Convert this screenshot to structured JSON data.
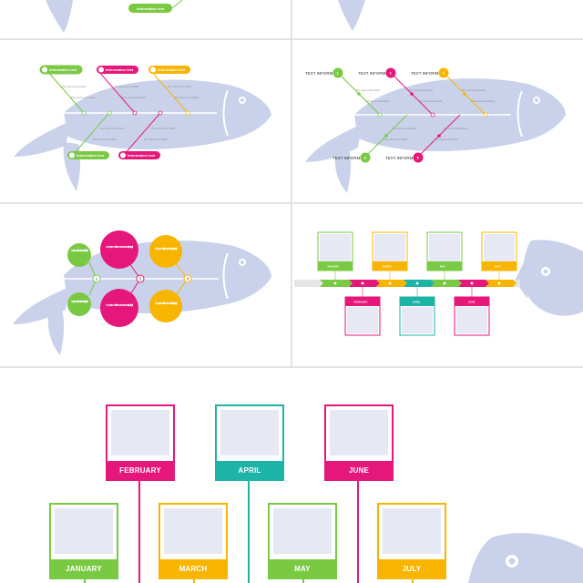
{
  "colors": {
    "green": "#7ac943",
    "magenta": "#e6177a",
    "orange": "#f7b500",
    "teal": "#1db3a6",
    "fish": "#c9d2ea",
    "placeholder": "#e6e9f4"
  },
  "slide1": {
    "pill_label": "Information text"
  },
  "slide3": {
    "top_pills": [
      "Information text",
      "Information text",
      "Information text"
    ],
    "bottom_pills": [
      "Information text",
      "Information text"
    ],
    "branch_text": "Put some text block"
  },
  "slide4": {
    "top_labels": [
      "TEXT INFORM",
      "TEXT INFORM",
      "TEXT INFORM"
    ],
    "top_numbers": [
      "1",
      "2",
      "3"
    ],
    "bottom_labels": [
      "TEXT INFORM",
      "TEXT INFORM"
    ],
    "bottom_numbers": [
      "4",
      "5"
    ],
    "branch_text": "Put some text block"
  },
  "slide5": {
    "numbers": [
      "1",
      "2",
      "3"
    ],
    "circle_text": "Lorem ipsum dolor sit amet, consectetur adipiscing elit"
  },
  "slide6": {
    "months_top": [
      "JANUARY",
      "MARCH",
      "MAY",
      "JULY"
    ],
    "months_bottom": [
      "FEBRUARY",
      "APRIL",
      "JUNE"
    ]
  },
  "slide7": {
    "months_top": [
      "FEBRUARY",
      "APRIL",
      "JUNE"
    ],
    "months_bottom": [
      "JANUARY",
      "MARCH",
      "MAY",
      "JULY"
    ]
  }
}
